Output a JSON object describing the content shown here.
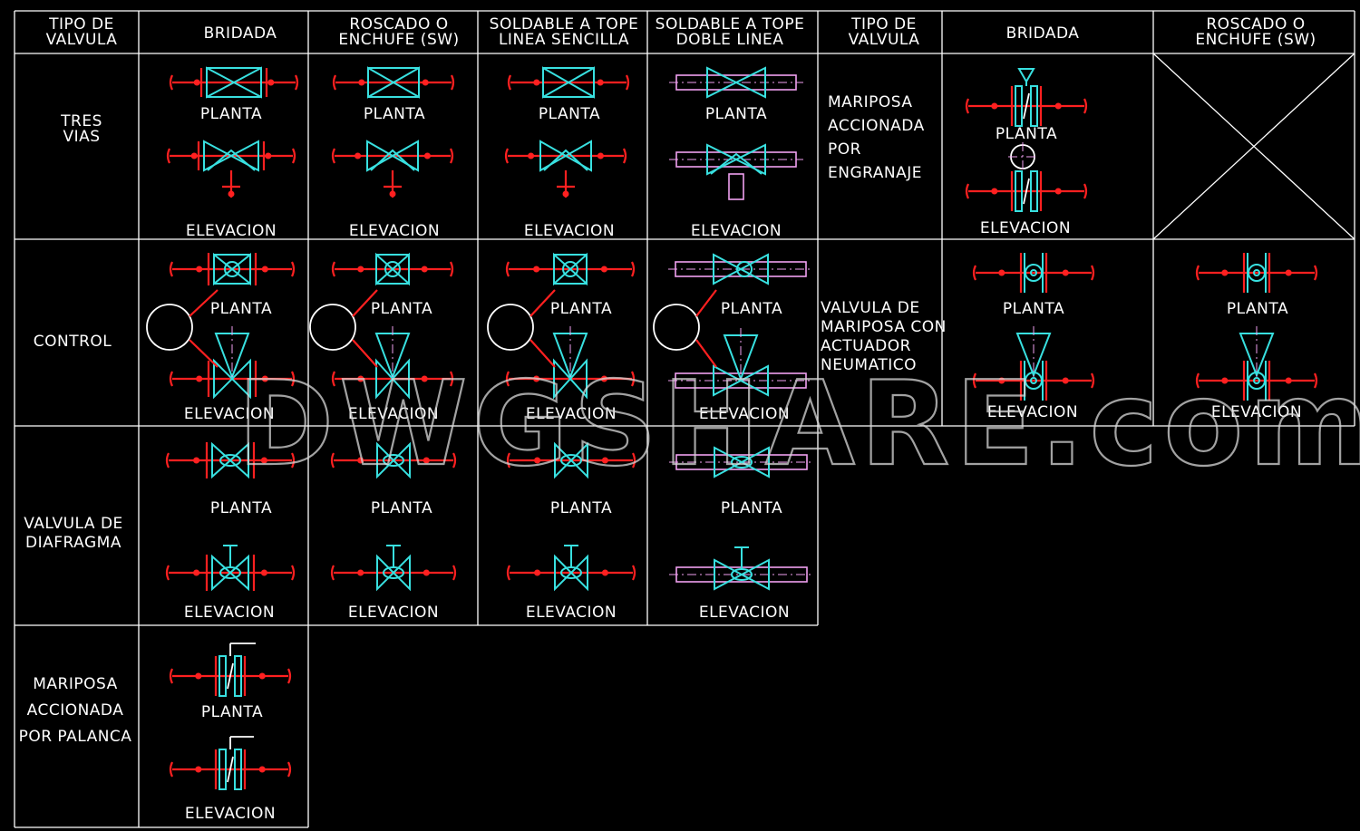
{
  "headers": {
    "tipo_left": [
      "TIPO DE",
      "VALVULA"
    ],
    "bridada_left": [
      "BRIDADA"
    ],
    "roscado_left": [
      "ROSCADO O",
      "ENCHUFE (SW)"
    ],
    "soldable_sencilla": [
      "SOLDABLE A TOPE",
      "LINEA SENCILLA"
    ],
    "soldable_doble": [
      "SOLDABLE A TOPE",
      "DOBLE LINEA"
    ],
    "tipo_right": [
      "TIPO DE",
      "VALVULA"
    ],
    "bridada_right": [
      "BRIDADA"
    ],
    "roscado_right": [
      "ROSCADO O",
      "ENCHUFE (SW)"
    ]
  },
  "row_labels": {
    "tres_vias": [
      "TRES",
      "VIAS"
    ],
    "control": [
      "CONTROL"
    ],
    "diafragma": [
      "VALVULA DE",
      "DIAFRAGMA"
    ],
    "palanca": [
      "MARIPOSA",
      "ACCIONADA",
      "POR PALANCA"
    ],
    "engranaje": [
      "MARIPOSA",
      "ACCIONADA",
      "POR",
      "ENGRANAJE"
    ],
    "neumatico": [
      "VALVULA DE",
      "MARIPOSA CON",
      "ACTUADOR",
      "NEUMATICO"
    ]
  },
  "view_labels": {
    "planta": "PLANTA",
    "elevacion": "ELEVACION"
  },
  "watermark": "DWGSHARE.com",
  "colors": {
    "background": "#000000",
    "grid": "#ffffff",
    "valve_body": "#38e0e0",
    "pipe": "#ff2020",
    "weld_pipe": "#f0a0f0"
  }
}
